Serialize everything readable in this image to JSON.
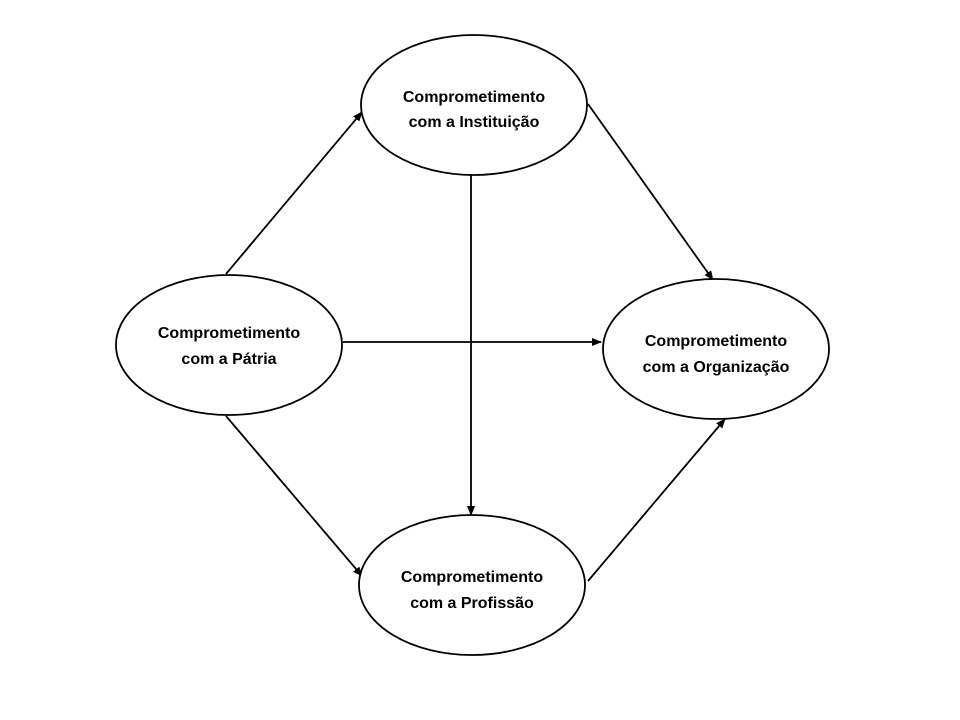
{
  "nodes": {
    "instituicao": {
      "line1": "Comprometimento",
      "line2": "com a Instituição"
    },
    "patria": {
      "line1": "Comprometimento",
      "line2": "com a Pátria"
    },
    "organizacao": {
      "line1": "Comprometimento",
      "line2": "com a Organização"
    },
    "profissao": {
      "line1": "Comprometimento",
      "line2": "com a Profissão"
    }
  },
  "edges": [
    {
      "from": "patria",
      "to": "instituicao"
    },
    {
      "from": "patria",
      "to": "organizacao"
    },
    {
      "from": "patria",
      "to": "profissao"
    },
    {
      "from": "instituicao",
      "to": "organizacao"
    },
    {
      "from": "instituicao",
      "to": "profissao"
    },
    {
      "from": "profissao",
      "to": "organizacao"
    }
  ],
  "colors": {
    "stroke": "#000000",
    "fill": "#ffffff"
  }
}
